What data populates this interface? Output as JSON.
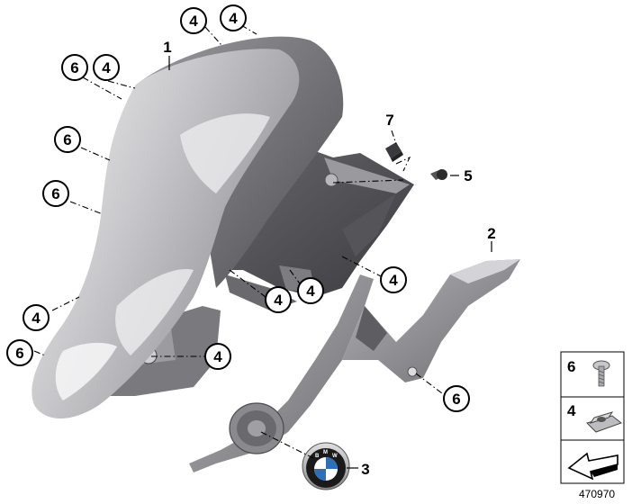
{
  "callouts": {
    "c4_top1": "4",
    "c4_top2": "4",
    "c1": "1",
    "c6_a": "6",
    "c4_a": "4",
    "c6_b": "6",
    "c6_c": "6",
    "c7": "7",
    "c5": "5",
    "c2": "2",
    "c4_right": "4",
    "c4_mid1": "4",
    "c4_mid2": "4",
    "c4_left": "4",
    "c6_left": "6",
    "c4_bottom": "4",
    "c6_right": "6",
    "c3": "3"
  },
  "legend": {
    "item1_num": "6",
    "item1_icon": "screw-icon",
    "item2_num": "4",
    "item2_icon": "clip-nut-icon",
    "item3_icon": "arrow-icon"
  },
  "diagram_id": "470970",
  "colors": {
    "cover_light": "#d8d8da",
    "cover_dark": "#707074",
    "bracket": "#8c8c90",
    "emblem_blue": "#2f6fb8"
  }
}
